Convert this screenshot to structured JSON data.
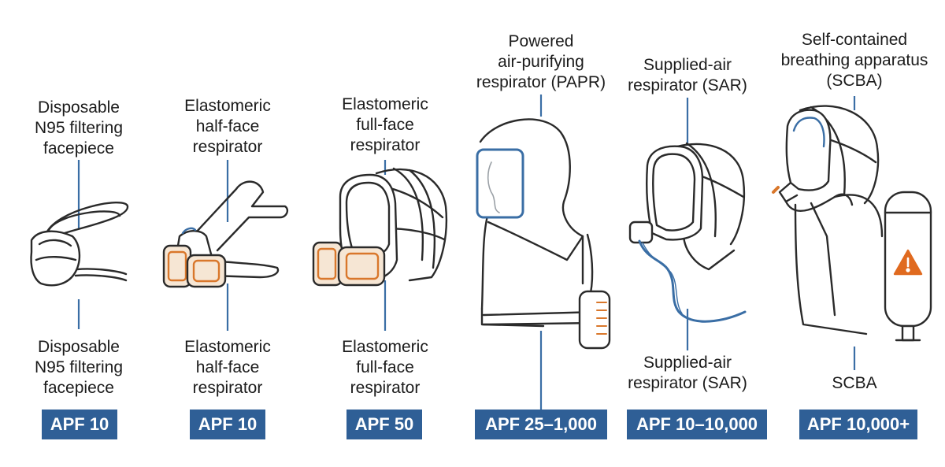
{
  "colors": {
    "accent_blue": "#2f5f96",
    "line_blue": "#3a6ea5",
    "filter_orange": "#d9772b",
    "warning": "#e06a1f",
    "ink": "#2a2a2a"
  },
  "items": [
    {
      "top_label": [
        "Disposable",
        "N95 filtering",
        "facepiece"
      ],
      "bottom_label": [
        "Disposable",
        "N95 filtering",
        "facepiece"
      ],
      "apf": "APF 10",
      "icon": "n95-mask-icon"
    },
    {
      "top_label": [
        "Elastomeric",
        "half-face",
        "respirator"
      ],
      "bottom_label": [
        "Elastomeric",
        "half-face",
        "respirator"
      ],
      "apf": "APF 10",
      "icon": "half-face-respirator-icon"
    },
    {
      "top_label": [
        "Elastomeric",
        "full-face",
        "respirator"
      ],
      "bottom_label": [
        "Elastomeric",
        "full-face",
        "respirator"
      ],
      "apf": "APF 50",
      "icon": "full-face-respirator-icon"
    },
    {
      "top_label": [
        "Powered",
        "air-purifying",
        "respirator (PAPR)"
      ],
      "bottom_label": [],
      "apf": "APF 25–1,000",
      "icon": "papr-hood-icon"
    },
    {
      "top_label": [
        "Supplied-air",
        "respirator (SAR)"
      ],
      "bottom_label": [
        "Supplied-air",
        "respirator (SAR)"
      ],
      "apf": "APF 10–10,000",
      "icon": "supplied-air-mask-icon"
    },
    {
      "top_label": [
        "Self-contained",
        "breathing apparatus",
        "(SCBA)"
      ],
      "bottom_label": [
        "SCBA"
      ],
      "apf": "APF 10,000+",
      "icon": "scba-tank-icon"
    }
  ]
}
